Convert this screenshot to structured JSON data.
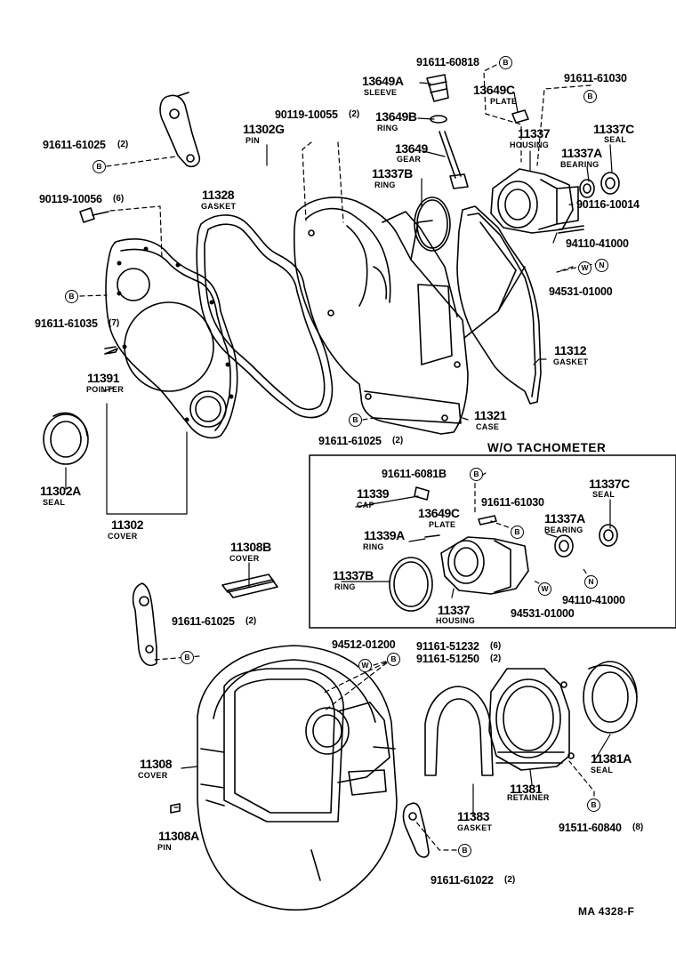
{
  "parts": {
    "p_91611_60818": "91611-60818",
    "p_13649A": "13649A",
    "n_sleeve": "SLEEVE",
    "p_13649C": "13649C",
    "n_plate": "PLATE",
    "p_91611_61030": "91611-61030",
    "p_90119_10055": "90119-10055",
    "q_90119_10055": "(2)",
    "p_11302G": "11302G",
    "n_pin": "PIN",
    "p_13649B": "13649B",
    "n_ring": "RING",
    "p_13649": "13649",
    "n_gear": "GEAR",
    "p_11337": "11337",
    "n_housing": "HOUSING",
    "p_11337C": "11337C",
    "n_seal": "SEAL",
    "p_11337A": "11337A",
    "n_bearing": "BEARING",
    "p_91611_61025_top": "91611-61025",
    "q_91611_61025_top": "(2)",
    "p_11337B": "11337B",
    "n_ring_b": "RING",
    "p_11328": "11328",
    "n_gasket": "GASKET",
    "p_90119_10056": "90119-10056",
    "q_90119_10056": "(6)",
    "p_90116_10014": "90116-10014",
    "p_94110_41000": "94110-41000",
    "p_94531_01000": "94531-01000",
    "p_91611_61035": "91611-61035",
    "q_91611_61035": "(7)",
    "p_11312": "11312",
    "n_gasket_11312": "GASKET",
    "p_11391": "11391",
    "n_pointer": "POINTER",
    "p_11321": "11321",
    "n_case": "CASE",
    "p_91611_61025_mid": "91611-61025",
    "q_91611_61025_mid": "(2)",
    "p_11302A": "11302A",
    "n_seal_11302A": "SEAL",
    "p_11302": "11302",
    "n_cover": "COVER",
    "p_11308B": "11308B",
    "n_cover_b": "COVER",
    "p_91611_61025_low": "91611-61025",
    "q_91611_61025_low": "(2)",
    "p_94512_01200": "94512-01200",
    "p_91161_51232": "91161-51232",
    "q_91161_51232": "(6)",
    "p_91161_51250": "91161-51250",
    "q_91161_51250": "(2)",
    "p_11308": "11308",
    "n_cover_11308": "COVER",
    "p_11381A": "11381A",
    "n_seal_11381A": "SEAL",
    "p_11381": "11381",
    "n_retainer": "RETAINER",
    "p_11383": "11383",
    "n_gasket_11383": "GASKET",
    "p_91511_60840": "91511-60840",
    "q_91511_60840": "(8)",
    "p_11308A": "11308A",
    "n_pin_11308A": "PIN",
    "p_91611_61022": "91611-61022",
    "q_91611_61022": "(2)"
  },
  "inset": {
    "title": "W/O TACHOMETER",
    "p_91611_6081B": "91611-6081B",
    "p_11339": "11339",
    "n_cap": "CAP",
    "p_91611_61030": "91611-61030",
    "p_11337C": "11337C",
    "n_seal": "SEAL",
    "p_13649C": "13649C",
    "n_plate": "PLATE",
    "p_11339A": "11339A",
    "n_ring": "RING",
    "p_11337A": "11337A",
    "n_bearing": "BEARING",
    "p_11337B": "11337B",
    "n_ring_b": "RING",
    "p_11337": "11337",
    "n_housing": "HOUSING",
    "p_94110_41000": "94110-41000",
    "p_94531_01000": "94531-01000"
  },
  "badges": {
    "bolt": "B",
    "washer": "W",
    "nut": "N"
  },
  "footer": {
    "code": "MA  4328-F"
  }
}
